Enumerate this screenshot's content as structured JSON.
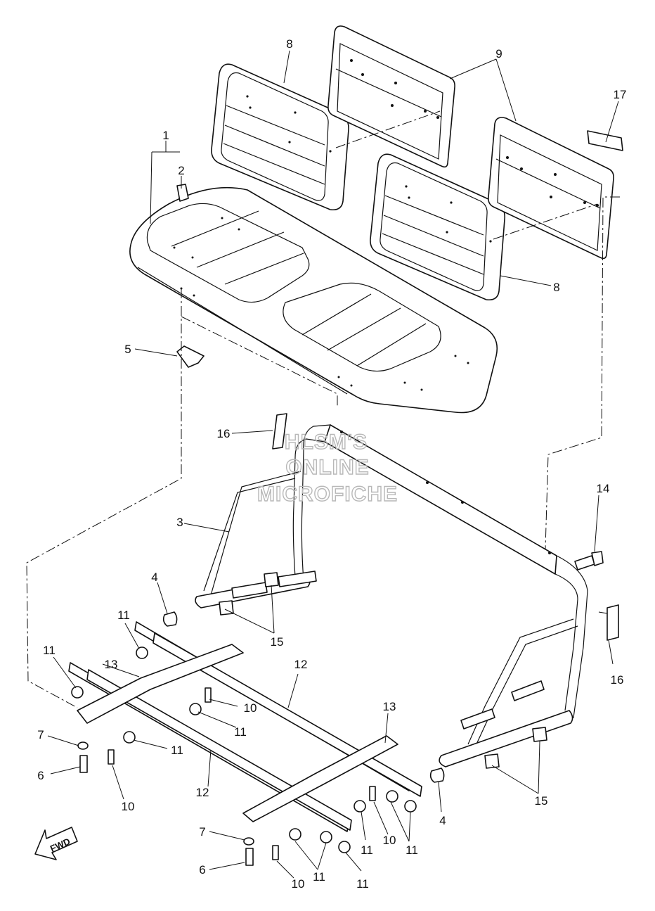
{
  "callouts": [
    {
      "id": "c1",
      "label": "1"
    },
    {
      "id": "c2",
      "label": "2"
    },
    {
      "id": "c3",
      "label": "3"
    },
    {
      "id": "c4a",
      "label": "4"
    },
    {
      "id": "c4b",
      "label": "4"
    },
    {
      "id": "c5",
      "label": "5"
    },
    {
      "id": "c6a",
      "label": "6"
    },
    {
      "id": "c6b",
      "label": "6"
    },
    {
      "id": "c7a",
      "label": "7"
    },
    {
      "id": "c7b",
      "label": "7"
    },
    {
      "id": "c8a",
      "label": "8"
    },
    {
      "id": "c8b",
      "label": "8"
    },
    {
      "id": "c9",
      "label": "9"
    },
    {
      "id": "c10a",
      "label": "10"
    },
    {
      "id": "c10b",
      "label": "10"
    },
    {
      "id": "c10c",
      "label": "10"
    },
    {
      "id": "c10d",
      "label": "10"
    },
    {
      "id": "c11a",
      "label": "11"
    },
    {
      "id": "c11b",
      "label": "11"
    },
    {
      "id": "c11c",
      "label": "11"
    },
    {
      "id": "c11d",
      "label": "11"
    },
    {
      "id": "c11e",
      "label": "11"
    },
    {
      "id": "c11f",
      "label": "11"
    },
    {
      "id": "c11g",
      "label": "11"
    },
    {
      "id": "c11h",
      "label": "11"
    },
    {
      "id": "c12a",
      "label": "12"
    },
    {
      "id": "c12b",
      "label": "12"
    },
    {
      "id": "c13a",
      "label": "13"
    },
    {
      "id": "c13b",
      "label": "13"
    },
    {
      "id": "c14",
      "label": "14"
    },
    {
      "id": "c15a",
      "label": "15"
    },
    {
      "id": "c15b",
      "label": "15"
    },
    {
      "id": "c16a",
      "label": "16"
    },
    {
      "id": "c16b",
      "label": "16"
    },
    {
      "id": "c17",
      "label": "17"
    }
  ],
  "watermark": {
    "line1": "HLSM'S",
    "line2": "ONLINE",
    "line3": "MICROFICHE"
  },
  "direction_arrow": {
    "label": "FWD",
    "icon": "fwd-arrow-icon"
  }
}
